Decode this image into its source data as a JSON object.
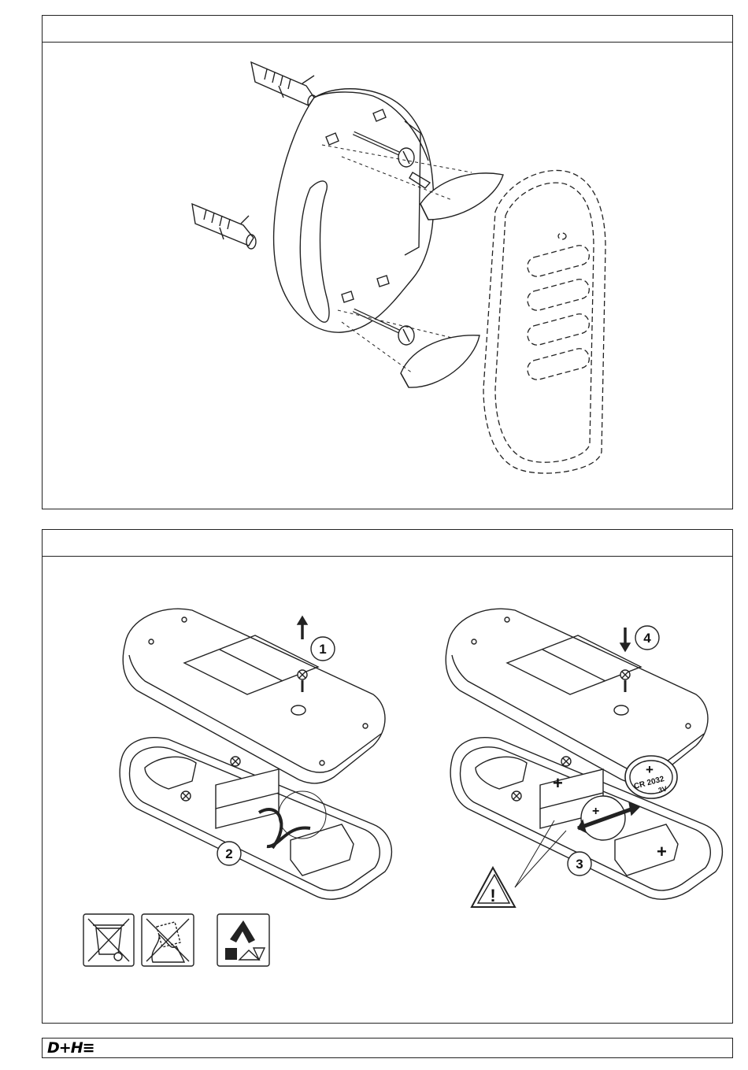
{
  "footer": {
    "logo_text": "D+H≡"
  },
  "panel_mounting": {
    "heading": ""
  },
  "panel_battery": {
    "heading": "",
    "steps": [
      "1",
      "2",
      "3",
      "4"
    ],
    "battery": {
      "polarity": "+",
      "type_line1": "CR 2032",
      "type_line2": "3V"
    },
    "warning_symbol": "!"
  },
  "disposal_icons": [
    "crossed-bin-icon",
    "no-fire-icon",
    "recycle-icon"
  ]
}
